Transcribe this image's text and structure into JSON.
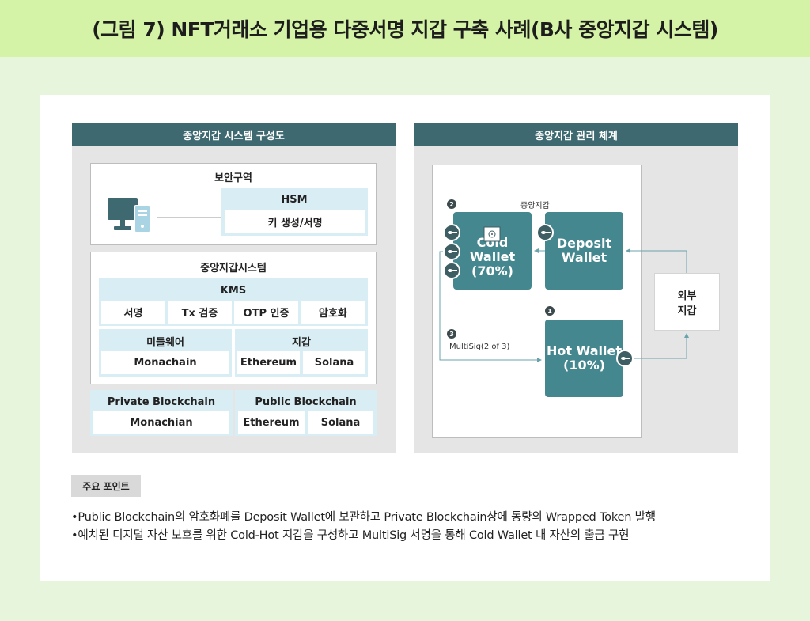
{
  "title": "(그림 7) NFT거래소 기업용 다중서명 지갑 구축 사례(B사 중앙지갑 시스템)",
  "left_panel": {
    "heading": "중앙지갑 시스템 구성도",
    "security_zone": {
      "label": "보안구역",
      "hsm_title": "HSM",
      "hsm_item": "키 생성/서명"
    },
    "central_system": {
      "label": "중앙지갑시스템",
      "kms_title": "KMS",
      "kms_items": [
        "서명",
        "Tx 검증",
        "OTP 인증",
        "암호화"
      ],
      "middleware_title": "미들웨어",
      "middleware_item": "Monachain",
      "wallet_title": "지갑",
      "wallet_items": [
        "Ethereum",
        "Solana"
      ]
    },
    "private_chain": {
      "title": "Private Blockchain",
      "item": "Monachian"
    },
    "public_chain": {
      "title": "Public Blockchain",
      "items": [
        "Ethereum",
        "Solana"
      ]
    }
  },
  "right_panel": {
    "heading": "중앙지갑 관리 체계",
    "central_label": "중앙지갑",
    "cold_wallet": {
      "name": "Cold Wallet",
      "share": "(70%)"
    },
    "deposit_wallet": {
      "name": "Deposit",
      "name2": "Wallet"
    },
    "hot_wallet": {
      "name": "Hot Wallet",
      "share": "(10%)"
    },
    "external_wallet": {
      "line1": "외부",
      "line2": "지갑"
    },
    "multisig_label": "MultiSig(2 of 3)",
    "step_numbers": [
      "1",
      "2",
      "3"
    ]
  },
  "key_points": {
    "tag": "주요 포인트",
    "bullets": [
      "•Public Blockchain의 암호화폐를 Deposit Wallet에 보관하고 Private Blockchain상에 동량의 Wrapped Token 발행",
      "•예치된 디지털 자산 보호를 위한 Cold-Hot 지갑을 구성하고 MultiSig 서명을 통해 Cold Wallet 내 자산의 출금 구현"
    ]
  },
  "colors": {
    "header_bg": "#d4f3a6",
    "page_bg": "#e6f5dc",
    "panel_head": "#3f6970",
    "wallet": "#45878f",
    "light_box": "#d9eef4"
  }
}
